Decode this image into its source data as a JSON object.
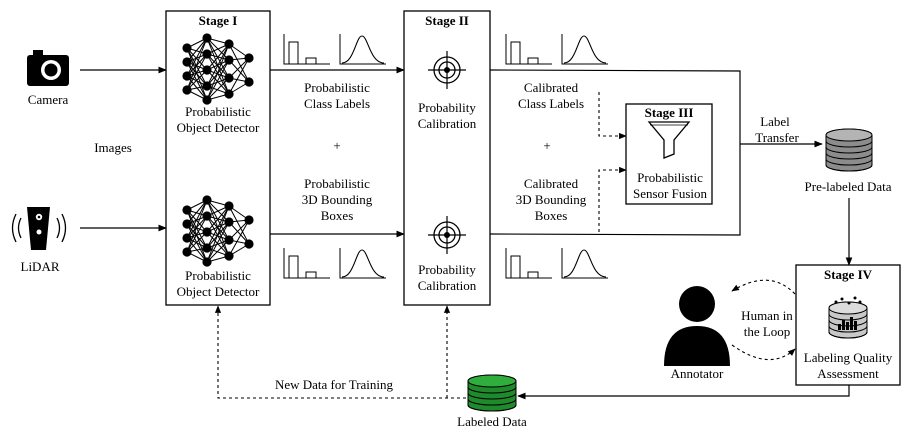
{
  "inputs": {
    "camera_label": "Camera",
    "lidar_label": "LiDAR",
    "images_label": "Images"
  },
  "stage1": {
    "title": "Stage I",
    "detector_top_line1": "Probabilistic",
    "detector_top_line2": "Object Detector",
    "detector_bottom_line1": "Probabilistic",
    "detector_bottom_line2": "Object Detector"
  },
  "between12": {
    "class_line1": "Probabilistic",
    "class_line2": "Class Labels",
    "plus": "+",
    "box_line1": "Probabilistic",
    "box_line2": "3D Bounding",
    "box_line3": "Boxes"
  },
  "stage2": {
    "title": "Stage II",
    "calib_top_line1": "Probability",
    "calib_top_line2": "Calibration",
    "calib_bottom_line1": "Probability",
    "calib_bottom_line2": "Calibration"
  },
  "between23": {
    "class_line1": "Calibrated",
    "class_line2": "Class Labels",
    "plus": "+",
    "box_line1": "Calibrated",
    "box_line2": "3D Bounding",
    "box_line3": "Boxes"
  },
  "stage3": {
    "title": "Stage III",
    "fusion_line1": "Probabilistic",
    "fusion_line2": "Sensor Fusion"
  },
  "transfer": {
    "line1": "Label",
    "line2": "Transfer"
  },
  "prelabeled_label": "Pre-labeled Data",
  "stage4": {
    "title": "Stage IV",
    "quality_line1": "Labeling Quality",
    "quality_line2": "Assessment"
  },
  "human_loop": {
    "line1": "Human in",
    "line2": "the Loop"
  },
  "annotator_label": "Annotator",
  "labeled_label": "Labeled Data",
  "feedback_label": "New Data for Training",
  "colors": {
    "line": "#000000",
    "prelabeled_fill": "#8c8c8c",
    "prelabeled_top": "#b4b4b4",
    "labeled_fill": "#1f8a2c",
    "labeled_top": "#2fae3e",
    "quality_db": "#c8c8c8",
    "annotator": "#000000"
  }
}
